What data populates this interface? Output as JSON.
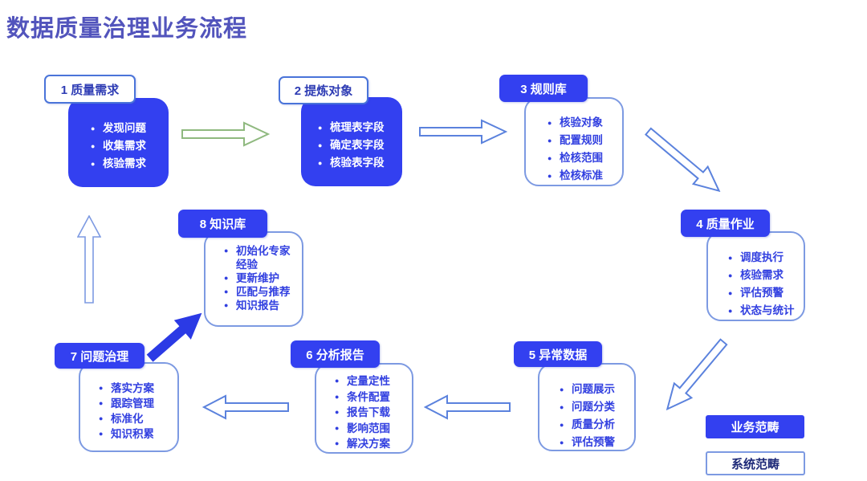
{
  "title": "数据质量治理业务流程",
  "boxes": [
    {
      "label": "1 质量需求",
      "scope": "business",
      "items": [
        "发现问题",
        "收集需求",
        "核验需求"
      ]
    },
    {
      "label": "2 提炼对象",
      "scope": "business",
      "items": [
        "梳理表字段",
        "确定表字段",
        "核验表字段"
      ]
    },
    {
      "label": "3 规则库",
      "scope": "system",
      "items": [
        "核验对象",
        "配置规则",
        "检核范围",
        "检核标准"
      ]
    },
    {
      "label": "4 质量作业",
      "scope": "system",
      "items": [
        "调度执行",
        "核验需求",
        "评估预警",
        "状态与统计"
      ]
    },
    {
      "label": "5 异常数据",
      "scope": "system",
      "items": [
        "问题展示",
        "问题分类",
        "质量分析",
        "评估预警"
      ]
    },
    {
      "label": "6 分析报告",
      "scope": "system",
      "items": [
        "定量定性",
        "条件配置",
        "报告下载",
        "影响范围",
        "解决方案"
      ]
    },
    {
      "label": "7 问题治理",
      "scope": "system",
      "items": [
        "落实方案",
        "跟踪管理",
        "标准化",
        "知识积累"
      ]
    },
    {
      "label": "8 知识库",
      "scope": "system",
      "items": [
        "初始化专家经验",
        "更新维护",
        "匹配与推荐",
        "知识报告"
      ]
    }
  ],
  "legend": {
    "business": "业务范畴",
    "system": "系统范畴"
  },
  "colors": {
    "title_text": "#5254bc",
    "solid_box_blue": "#3340f0",
    "outline_box_border": "#7d9ae2",
    "outline_label_border": "#4a74d9",
    "bullet_text_blue": "#3240e0",
    "legend_system_text": "#1e2a78",
    "arrow_green": "#8fb97f",
    "arrow_blue_outline": "#5b82dd",
    "arrow_solid_blue": "#2b3ae5"
  }
}
